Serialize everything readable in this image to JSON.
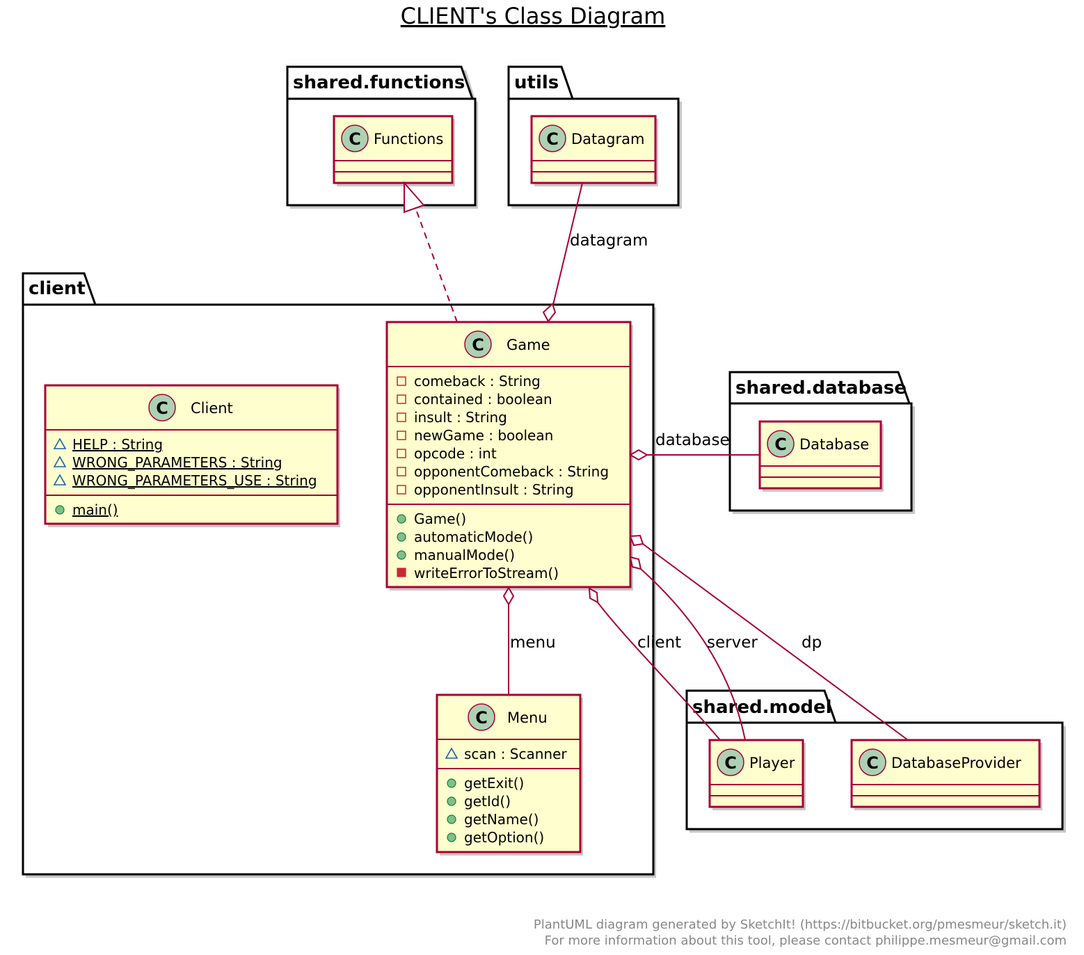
{
  "title": "CLIENT's Class Diagram",
  "colors": {
    "class_fill": "#FEFECE",
    "class_border": "#A80036",
    "class_icon": "#ADD1B2",
    "public_marker": "#84BE84",
    "private_marker": "#C82930",
    "package_marker": "#1963A0",
    "footer_text": "#888888"
  },
  "packages": {
    "shared_functions": {
      "name": "shared.functions"
    },
    "utils": {
      "name": "utils"
    },
    "client": {
      "name": "client"
    },
    "shared_database": {
      "name": "shared.database"
    },
    "shared_model": {
      "name": "shared.model"
    }
  },
  "classes": {
    "functions": {
      "name": "Functions",
      "fields": [],
      "methods": []
    },
    "datagram": {
      "name": "Datagram",
      "fields": [],
      "methods": []
    },
    "database": {
      "name": "Database",
      "fields": [],
      "methods": []
    },
    "player": {
      "name": "Player",
      "fields": [],
      "methods": []
    },
    "database_provider": {
      "name": "DatabaseProvider",
      "fields": [],
      "methods": []
    },
    "client": {
      "name": "Client",
      "fields": [
        {
          "visibility": "package",
          "static": true,
          "text": "HELP : String"
        },
        {
          "visibility": "package",
          "static": true,
          "text": "WRONG_PARAMETERS : String"
        },
        {
          "visibility": "package",
          "static": true,
          "text": "WRONG_PARAMETERS_USE : String"
        }
      ],
      "methods": [
        {
          "visibility": "public",
          "static": true,
          "text": "main()"
        }
      ]
    },
    "game": {
      "name": "Game",
      "fields": [
        {
          "visibility": "private",
          "static": false,
          "text": "comeback : String"
        },
        {
          "visibility": "private",
          "static": false,
          "text": "contained : boolean"
        },
        {
          "visibility": "private",
          "static": false,
          "text": "insult : String"
        },
        {
          "visibility": "private",
          "static": false,
          "text": "newGame : boolean"
        },
        {
          "visibility": "private",
          "static": false,
          "text": "opcode : int"
        },
        {
          "visibility": "private",
          "static": false,
          "text": "opponentComeback : String"
        },
        {
          "visibility": "private",
          "static": false,
          "text": "opponentInsult : String"
        }
      ],
      "methods": [
        {
          "visibility": "public",
          "static": false,
          "text": "Game()"
        },
        {
          "visibility": "public",
          "static": false,
          "text": "automaticMode()"
        },
        {
          "visibility": "public",
          "static": false,
          "text": "manualMode()"
        },
        {
          "visibility": "private",
          "static": false,
          "text": "writeErrorToStream()"
        }
      ]
    },
    "menu": {
      "name": "Menu",
      "fields": [
        {
          "visibility": "package",
          "static": false,
          "text": "scan : Scanner"
        }
      ],
      "methods": [
        {
          "visibility": "public",
          "static": false,
          "text": "getExit()"
        },
        {
          "visibility": "public",
          "static": false,
          "text": "getId()"
        },
        {
          "visibility": "public",
          "static": false,
          "text": "getName()"
        },
        {
          "visibility": "public",
          "static": false,
          "text": "getOption()"
        }
      ]
    }
  },
  "relations": {
    "realization": {
      "label": ""
    },
    "datagram": {
      "label": "datagram"
    },
    "database": {
      "label": "database"
    },
    "menu": {
      "label": "menu"
    },
    "client": {
      "label": "client"
    },
    "server": {
      "label": "server"
    },
    "dp": {
      "label": "dp"
    }
  },
  "footer": {
    "line1": "PlantUML diagram generated by SketchIt! (https://bitbucket.org/pmesmeur/sketch.it)",
    "line2": "For more information about this tool, please contact philippe.mesmeur@gmail.com"
  }
}
